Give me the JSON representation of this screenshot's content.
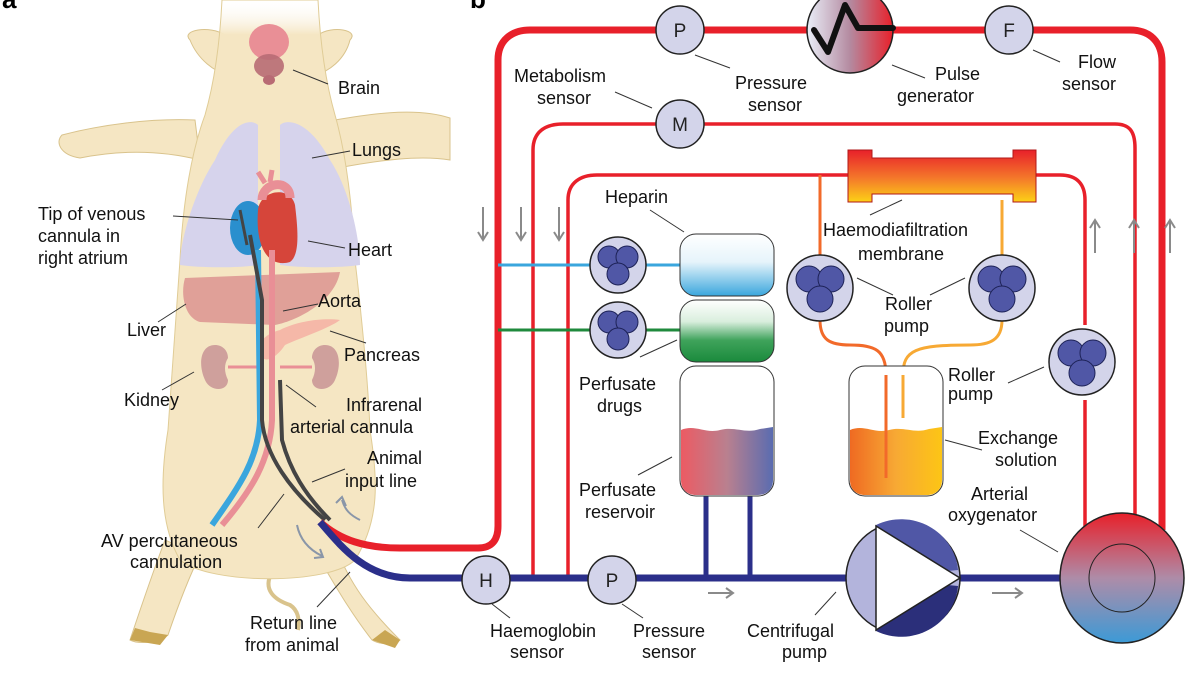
{
  "panels": {
    "a": "a",
    "b": "b"
  },
  "panel_a": {
    "labels": {
      "brain": "Brain",
      "lungs": "Lungs",
      "tip_venous": [
        "Tip of venous",
        "cannula in",
        "right atrium"
      ],
      "heart": "Heart",
      "aorta": "Aorta",
      "liver": "Liver",
      "pancreas": "Pancreas",
      "kidney": "Kidney",
      "infrarenal": [
        "Infrarenal",
        "arterial cannula"
      ],
      "animal_input": [
        "Animal",
        "input line"
      ],
      "av_cannulation": [
        "AV percutaneous",
        "cannulation"
      ],
      "return_line": [
        "Return line",
        "from animal"
      ]
    }
  },
  "panel_b": {
    "sensors": {
      "pressure_top": "P",
      "flow": "F",
      "metabolism": "M",
      "haemoglobin": "H",
      "pressure_bottom": "P"
    },
    "labels": {
      "metabolism_sensor": [
        "Metabolism",
        "sensor"
      ],
      "pressure_sensor_top": [
        "Pressure",
        "sensor"
      ],
      "pulse_generator": [
        "Pulse",
        "generator"
      ],
      "flow_sensor": [
        "Flow",
        "sensor"
      ],
      "heparin": "Heparin",
      "haemodiafiltration": [
        "Haemodiafiltration",
        "membrane"
      ],
      "roller_pump_pair": [
        "Roller",
        "pump"
      ],
      "roller_pump_right": [
        "Roller",
        "pump"
      ],
      "perfusate_drugs": [
        "Perfusate",
        "drugs"
      ],
      "perfusate_reservoir": [
        "Perfusate",
        "reservoir"
      ],
      "exchange_solution": [
        "Exchange",
        "solution"
      ],
      "arterial_oxygenator": [
        "Arterial",
        "oxygenator"
      ],
      "haemoglobin_sensor": [
        "Haemoglobin",
        "sensor"
      ],
      "pressure_sensor_bottom": [
        "Pressure",
        "sensor"
      ],
      "centrifugal_pump": [
        "Centrifugal",
        "pump"
      ]
    },
    "colors": {
      "arterial_line": "#e8202a",
      "venous_line": "#2b2f8a",
      "heparin_line": "#3aa6dd",
      "drug_line": "#1f8a3c",
      "filtration_out": "#f26a2a",
      "filtration_in": "#f7a934",
      "pump_roller": "#5057a6",
      "sensor_fill": "#d3d4ea"
    }
  }
}
